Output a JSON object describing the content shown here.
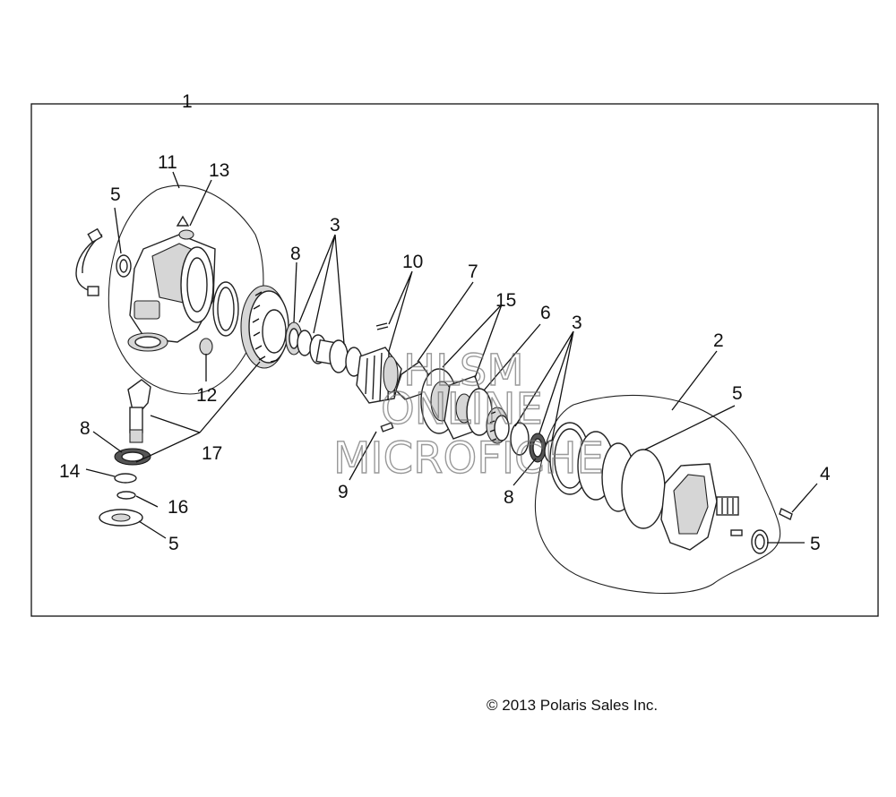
{
  "copyright": "© 2013 Polaris Sales Inc.",
  "watermark": [
    "HLSM",
    "ONLINE",
    "MICROFICHE"
  ],
  "callouts": {
    "c1": "1",
    "c2": "2",
    "c3a": "3",
    "c3b": "3",
    "c4": "4",
    "c5a": "5",
    "c5b": "5",
    "c5c": "5",
    "c5d": "5",
    "c6": "6",
    "c7": "7",
    "c8a": "8",
    "c8b": "8",
    "c8c": "8",
    "c9": "9",
    "c10": "10",
    "c11": "11",
    "c12": "12",
    "c13": "13",
    "c14": "14",
    "c15": "15",
    "c16": "16",
    "c17": "17"
  },
  "colors": {
    "line": "#111111",
    "watermark": "#777777",
    "background": "#ffffff"
  }
}
